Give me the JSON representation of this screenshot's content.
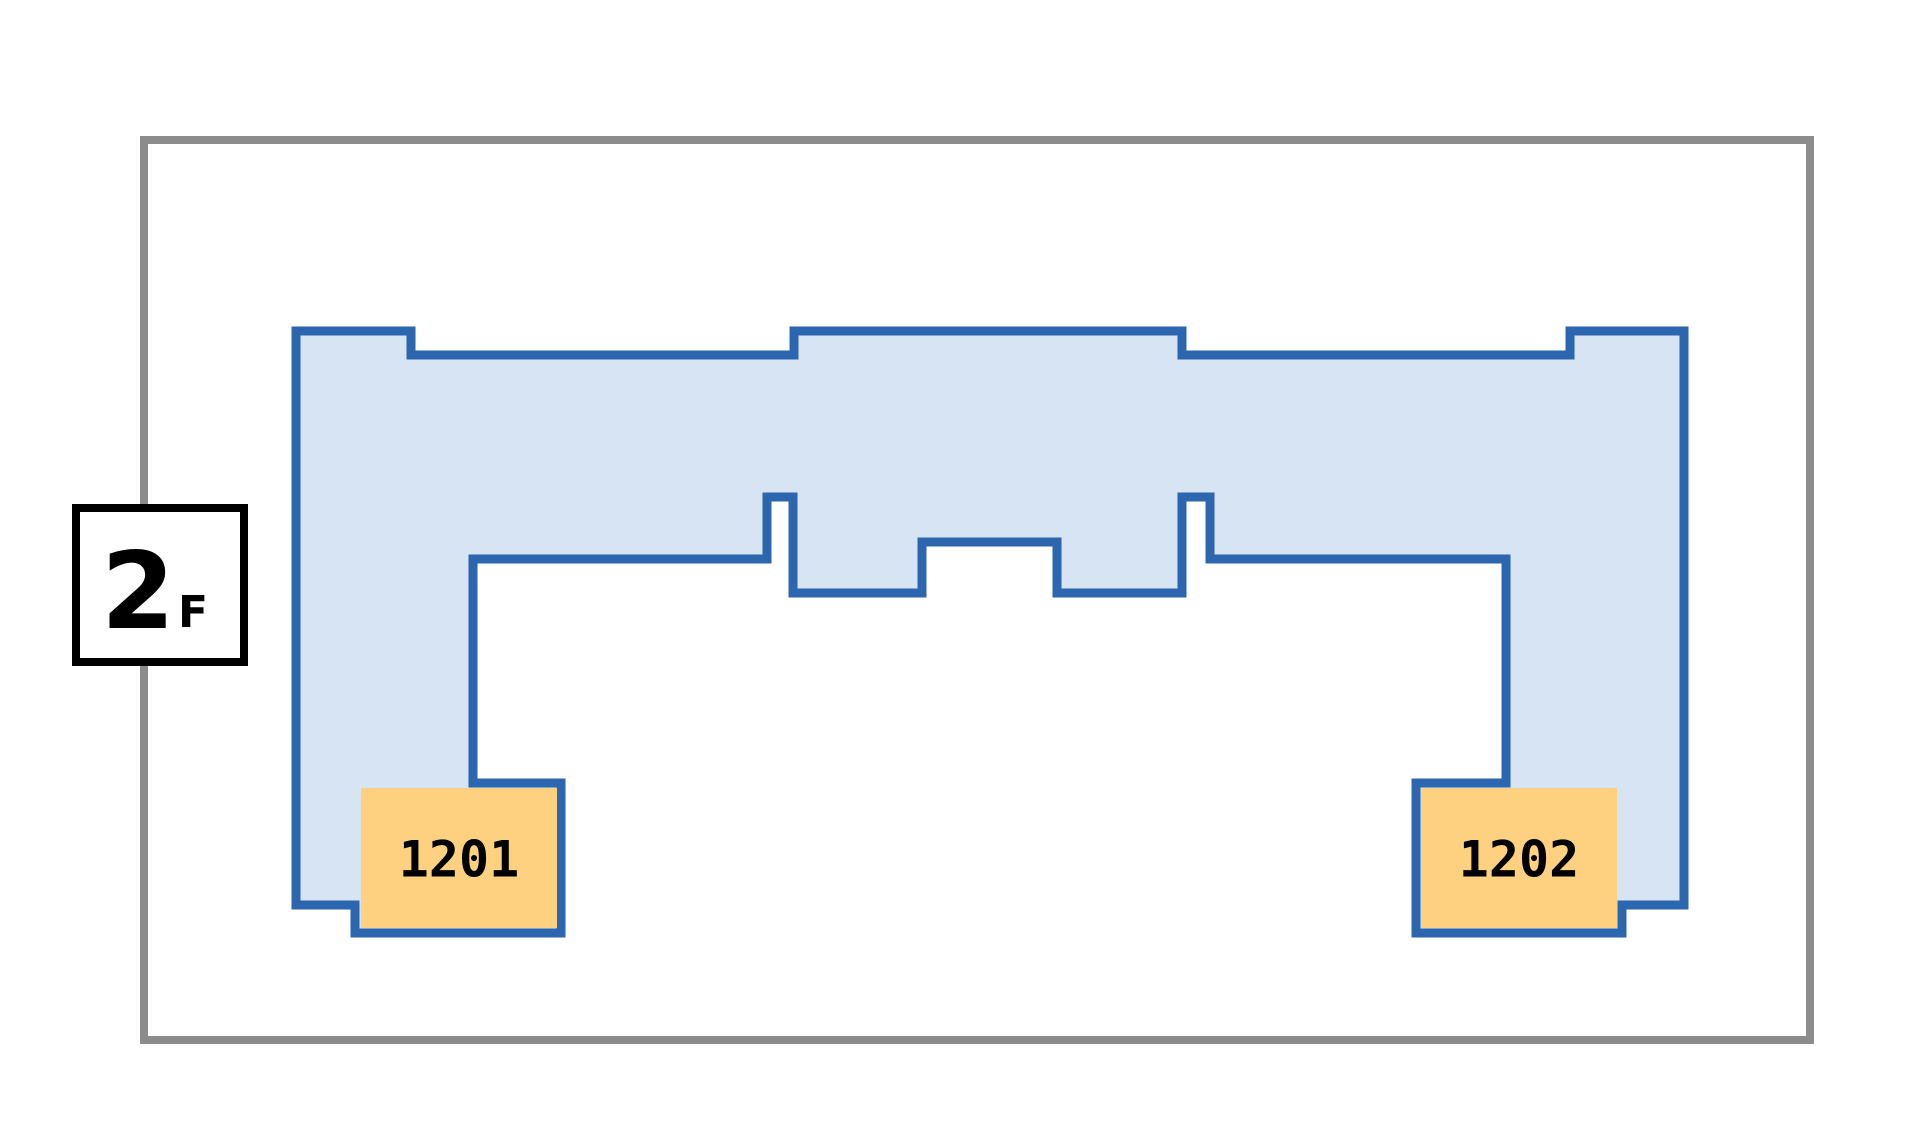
{
  "floor": {
    "number": "2",
    "suffix": "F"
  },
  "rooms": [
    {
      "id": "room-1201",
      "label": "1201"
    },
    {
      "id": "room-1202",
      "label": "1202"
    }
  ],
  "colors": {
    "building_outline": "#8c8c8c",
    "corridor_fill": "#d6e4f4",
    "corridor_stroke": "#2b66ae",
    "room_fill": "#fdd17f",
    "badge_stroke": "#000000",
    "background": "#ffffff"
  }
}
